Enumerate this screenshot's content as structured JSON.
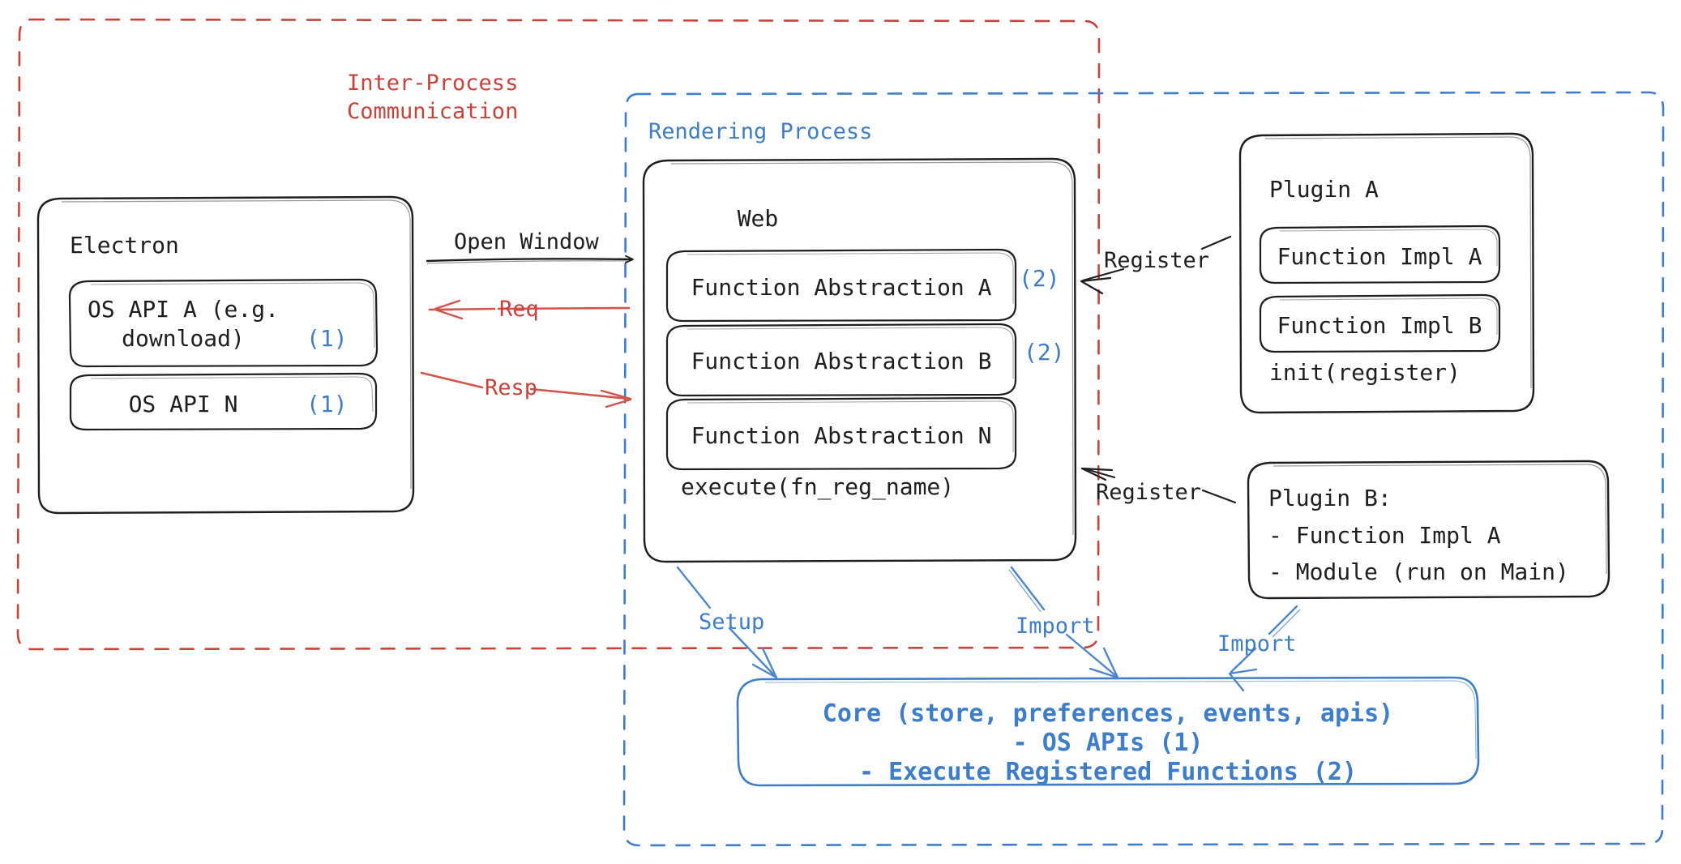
{
  "diagram": {
    "title_hidden": "",
    "colors": {
      "ink": "#1e1e1e",
      "red": "#c9433a",
      "blue": "#3d7dca",
      "background": "#ffffff"
    },
    "groups": [
      {
        "id": "ipc",
        "label": "Inter-Process\nCommunication",
        "color": "#c9433a",
        "style": "dashed"
      },
      {
        "id": "rendering",
        "label": "Rendering Process",
        "color": "#3d7dca",
        "style": "dashed"
      }
    ],
    "nodes": {
      "electron": {
        "title": "Electron",
        "children": [
          {
            "label": "OS API A (e.g.\ndownload)",
            "tag": "(1)"
          },
          {
            "label": "OS API N",
            "tag": "(1)"
          }
        ]
      },
      "web": {
        "title": "Web",
        "children": [
          {
            "label": "Function Abstraction A",
            "tag": "(2)"
          },
          {
            "label": "Function Abstraction B",
            "tag": "(2)"
          },
          {
            "label": "Function Abstraction N",
            "tag": ""
          }
        ],
        "footer": "execute(fn_reg_name)"
      },
      "plugin_a": {
        "title": "Plugin A",
        "children": [
          {
            "label": "Function Impl A"
          },
          {
            "label": "Function Impl B"
          }
        ],
        "footer": "init(register)"
      },
      "plugin_b": {
        "lines": [
          "Plugin B:",
          "- Function Impl A",
          "- Module (run on Main)"
        ]
      },
      "core": {
        "lines": [
          "Core (store, preferences, events, apis)",
          "- OS APIs (1)",
          "- Execute Registered Functions (2)"
        ]
      }
    },
    "edges": [
      {
        "id": "open-window",
        "label": "Open Window",
        "color": "#1e1e1e",
        "from": "electron",
        "to": "web"
      },
      {
        "id": "req",
        "label": "Req",
        "color": "#c9433a",
        "from": "web",
        "to": "electron"
      },
      {
        "id": "resp",
        "label": "Resp",
        "color": "#c9433a",
        "from": "electron",
        "to": "web"
      },
      {
        "id": "register-a",
        "label": "Register",
        "color": "#1e1e1e",
        "from": "plugin_a",
        "to": "web"
      },
      {
        "id": "register-b",
        "label": "Register",
        "color": "#1e1e1e",
        "from": "plugin_b",
        "to": "web"
      },
      {
        "id": "setup",
        "label": "Setup",
        "color": "#3d7dca",
        "from": "web",
        "to": "core"
      },
      {
        "id": "import-web",
        "label": "Import",
        "color": "#3d7dca",
        "from": "web",
        "to": "core"
      },
      {
        "id": "import-plugin-b",
        "label": "Import",
        "color": "#3d7dca",
        "from": "plugin_b",
        "to": "core"
      }
    ]
  }
}
